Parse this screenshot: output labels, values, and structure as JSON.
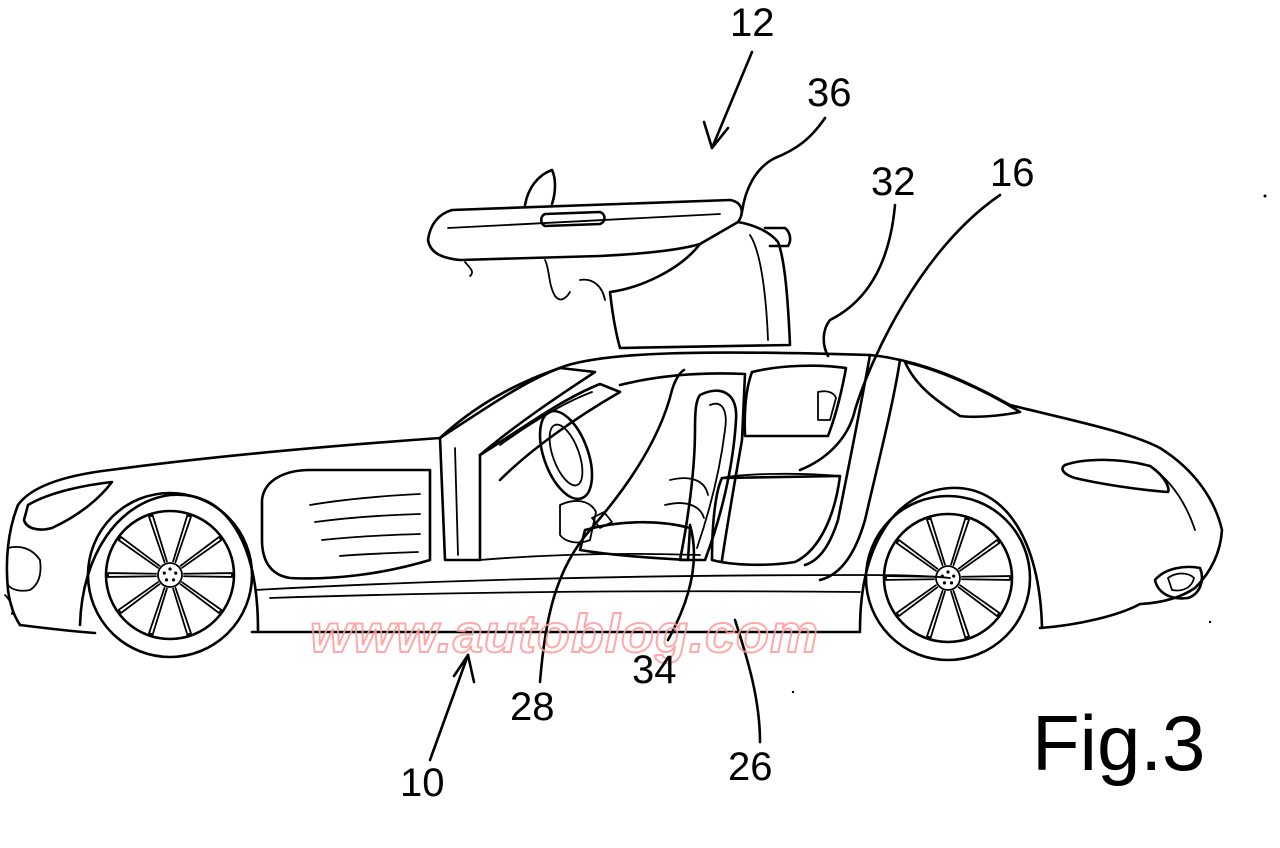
{
  "figure": {
    "label": "Fig.3",
    "watermark": "www.autoblog.com",
    "reference_numerals": {
      "n10": "10",
      "n12": "12",
      "n16": "16",
      "n26": "26",
      "n28": "28",
      "n32": "32",
      "n34": "34",
      "n36": "36"
    }
  },
  "colors": {
    "line": "#000000",
    "background": "#ffffff",
    "watermark": "#ff9a9a"
  }
}
